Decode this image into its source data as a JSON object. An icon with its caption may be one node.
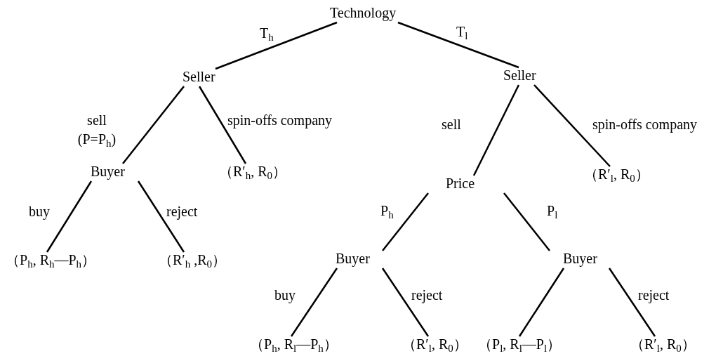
{
  "diagram": {
    "nodes": [
      {
        "text": [
          "Technology"
        ]
      },
      {
        "text": [
          "Seller"
        ]
      },
      {
        "text": [
          "Seller"
        ]
      },
      {
        "text": [
          "Buyer"
        ]
      },
      {
        "text": [
          "（R′$_{h}$, R$_{0}$）"
        ]
      },
      {
        "text": [
          "Price"
        ]
      },
      {
        "text": [
          "（R′$_{l}$, R$_{0}$）"
        ]
      },
      {
        "text": [
          "（P$_{h}$, R$_{h}$—P$_{h}$）"
        ]
      },
      {
        "text": [
          "（R′$_{h}$ ,R$_{0}$）"
        ]
      },
      {
        "text": [
          "Buyer"
        ]
      },
      {
        "text": [
          "Buyer"
        ]
      },
      {
        "text": [
          "（P$_{h}$, R$_{l}$—P$_{h}$）"
        ]
      },
      {
        "text": [
          "（R′$_{l}$, R$_{0}$）"
        ]
      },
      {
        "text": [
          "（P$_{l}$, R$_{l}$—P$_{l}$）"
        ]
      },
      {
        "text": [
          "（R′$_{l}$, R$_{0}$）"
        ]
      }
    ],
    "edges": [
      {
        "from": 0,
        "to": 1,
        "arrow": "none",
        "label": "T$_{h}$"
      },
      {
        "from": 0,
        "to": 2,
        "arrow": "none",
        "label": "T$_{l}$"
      },
      {
        "from": 1,
        "to": 3,
        "arrow": "none",
        "label": "sell (P=P$_{h}$)"
      },
      {
        "from": 1,
        "to": 4,
        "arrow": "none",
        "label": "spin-offs company"
      },
      {
        "from": 2,
        "to": 5,
        "arrow": "none",
        "label": "sell"
      },
      {
        "from": 2,
        "to": 6,
        "arrow": "none",
        "label": "spin-offs company"
      },
      {
        "from": 3,
        "to": 7,
        "arrow": "none",
        "label": "buy"
      },
      {
        "from": 3,
        "to": 8,
        "arrow": "none",
        "label": "reject"
      },
      {
        "from": 5,
        "to": 9,
        "arrow": "none",
        "label": "P$_{h}$"
      },
      {
        "from": 5,
        "to": 10,
        "arrow": "none",
        "label": "P$_{l}$"
      },
      {
        "from": 9,
        "to": 11,
        "arrow": "none",
        "label": "buy"
      },
      {
        "from": 9,
        "to": 12,
        "arrow": "none",
        "label": "reject"
      },
      {
        "from": 10,
        "to": 13,
        "arrow": "none"
      },
      {
        "from": 10,
        "to": 14,
        "arrow": "none",
        "label": "reject"
      }
    ]
  }
}
